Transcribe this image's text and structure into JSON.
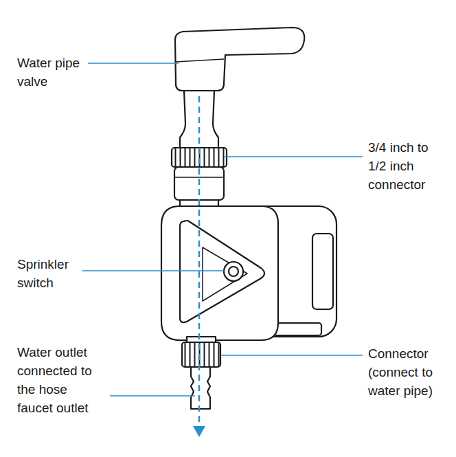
{
  "diagram": {
    "labels": [
      "Water pipe valve",
      "3/4 inch to 1/2 inch connector",
      "Sprinkler switch",
      "Water outlet connected to the hose faucet outlet",
      "Connector (connect to water pipe)"
    ]
  }
}
